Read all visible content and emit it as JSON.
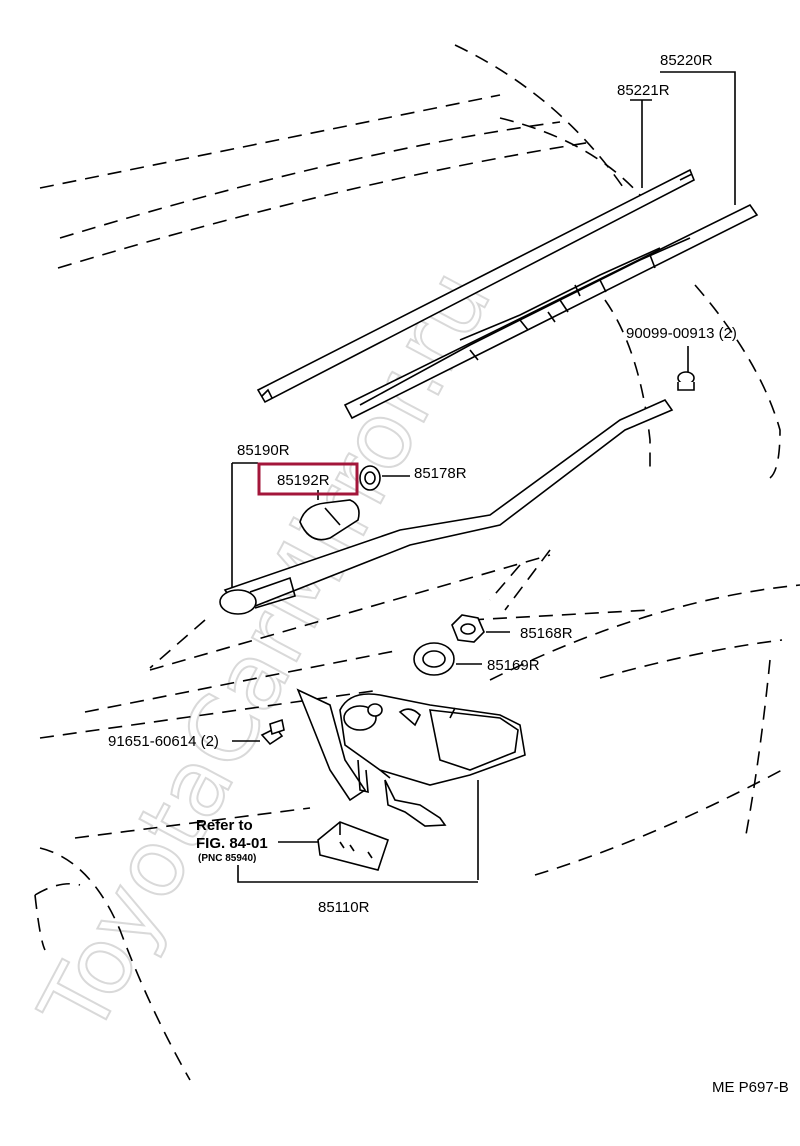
{
  "watermark": "ToyotaCarMirror.ru",
  "labels": {
    "blade_outer": "85220R",
    "blade_inner": "85221R",
    "screw": "90099-00913 (2)",
    "arm": "85190R",
    "arm_cap": "85192R",
    "arm_nut_cap": "85178R",
    "nut": "85168R",
    "seal": "85169R",
    "bolt": "91651-60614 (2)",
    "refer_line1": "Refer to",
    "refer_line2": "FIG. 84-01",
    "refer_line3": "(PNC 85940)",
    "motor": "85110R",
    "page_code": "ME P697-B"
  },
  "highlight": {
    "part": "85192R",
    "color": "#a3163a"
  }
}
